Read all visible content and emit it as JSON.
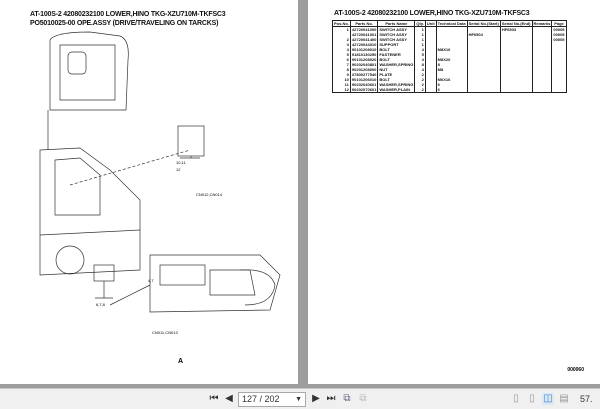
{
  "left_page": {
    "title_line1": "AT-100S-2 42080232100 LOWER,HINO TKG-XZU710M-TKFSC3",
    "title_line2": "PO5010025-00 OPE.ASSY (DRIVE/TRAVELING ON TARCKS)",
    "callouts": [
      "10,11",
      "12",
      "CN012,CN014",
      "4,7",
      "6,7,8",
      "CN011,CN013",
      "A"
    ]
  },
  "right_page": {
    "title": "AT-100S-2 42080232100 LOWER,HINO TKG-XZU710M-TKFSC3",
    "columns": [
      "Pos.No.",
      "Parts No.",
      "Parts Name",
      "Qty.",
      "Unit",
      "Technical Data",
      "Serial No.(Start)",
      "Serial No.(End)",
      "Remarks",
      "Page"
    ],
    "rows": [
      [
        "1",
        "42720041000",
        "SWITCH ASSY",
        "1",
        "",
        "",
        "",
        "HF6503",
        "",
        "00005"
      ],
      [
        "",
        "42720041001",
        "SWITCH ASSY",
        "1",
        "",
        "",
        "HF6504",
        "",
        "",
        "00005"
      ],
      [
        "2",
        "42720041400",
        "SWITCH ASSY",
        "1",
        "",
        "",
        "",
        "",
        "",
        "00005"
      ],
      [
        "3",
        "42720044010",
        "SUPPORT",
        "1",
        "",
        "",
        "",
        "",
        "",
        ""
      ],
      [
        "4",
        "90101208010",
        "BOLT",
        "4",
        "",
        "M8X16",
        "",
        "",
        "",
        ""
      ],
      [
        "5",
        "91810130250",
        "FASTENER",
        "5",
        "",
        "",
        "",
        "",
        "",
        ""
      ],
      [
        "6",
        "90101208020",
        "BOLT",
        "4",
        "",
        "M8X20",
        "",
        "",
        "",
        ""
      ],
      [
        "7",
        "90202040801",
        "WASHER,SPRING",
        "8",
        "",
        "8",
        "",
        "",
        "",
        ""
      ],
      [
        "8",
        "90201208000",
        "NUT",
        "4",
        "",
        "M8",
        "",
        "",
        "",
        ""
      ],
      [
        "9",
        "37800277540",
        "PLATE",
        "2",
        "",
        "",
        "",
        "",
        "",
        ""
      ],
      [
        "10",
        "90101206010",
        "BOLT",
        "2",
        "",
        "M6X16",
        "",
        "",
        "",
        ""
      ],
      [
        "11",
        "90202040601",
        "WASHER,SPRING",
        "2",
        "",
        "6",
        "",
        "",
        "",
        ""
      ],
      [
        "12",
        "90202070601",
        "WASHER,PLAIN",
        "2",
        "",
        "6",
        "",
        "",
        "",
        ""
      ]
    ],
    "footer": "000060"
  },
  "toolbar": {
    "first_icon": "first-page-icon",
    "prev_icon": "previous-page-icon",
    "page_value": "127 / 202",
    "next_icon": "next-page-icon",
    "last_icon": "last-page-icon",
    "zoom": "57."
  }
}
